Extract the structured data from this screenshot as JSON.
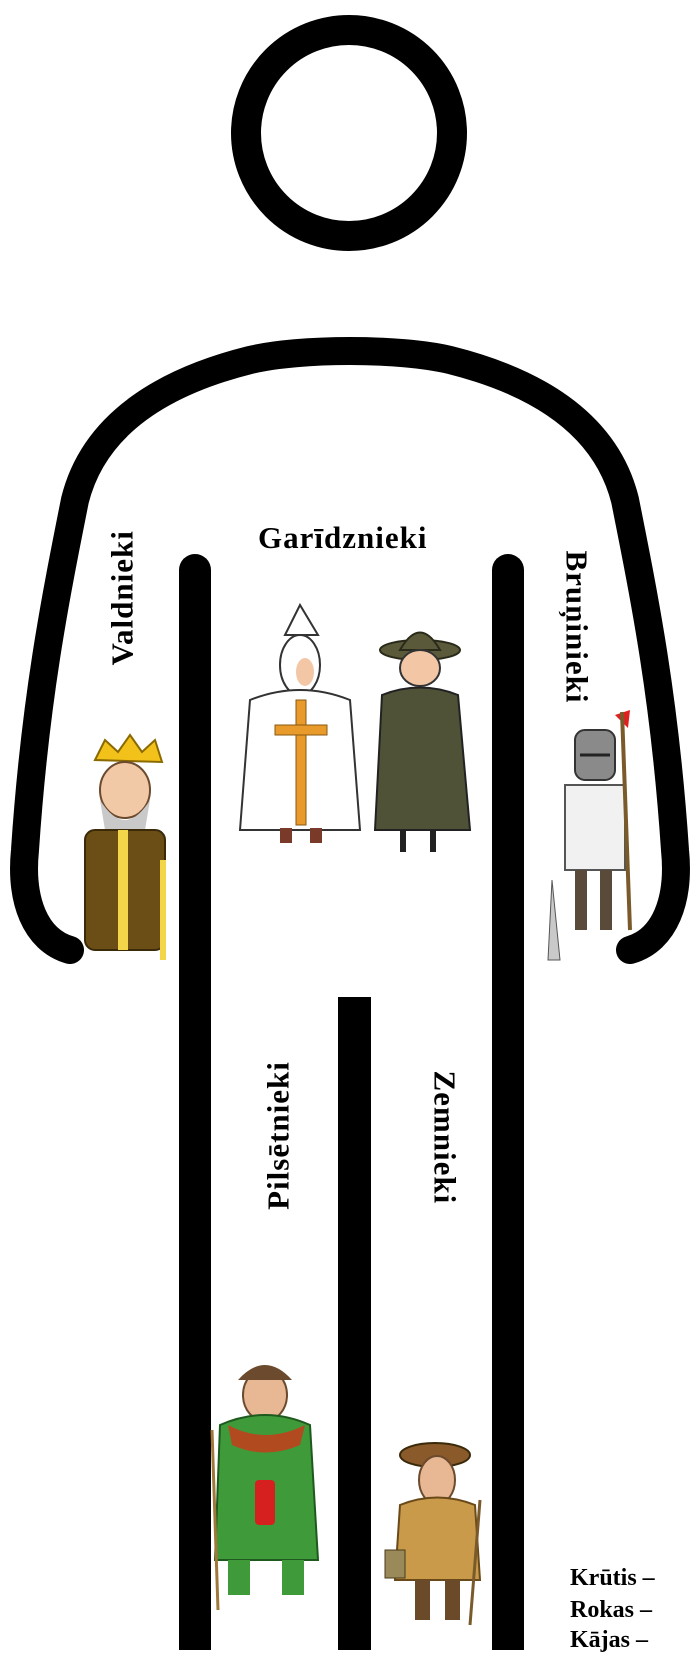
{
  "labels": {
    "valdnieki": "Valdnieki",
    "garidznieki": "Garīdznieki",
    "brunienieki": "Bruņinieki",
    "pilsetnieki": "Pilsētnieki",
    "zemnieki": "Zemnieki"
  },
  "legend": [
    "Krūtis –",
    "Rokas –",
    "Kājas –"
  ],
  "figures": [
    {
      "name": "king-figure",
      "role": "valdnieki"
    },
    {
      "name": "monk-white-figure",
      "role": "garidznieki"
    },
    {
      "name": "monk-green-figure",
      "role": "garidznieki"
    },
    {
      "name": "knight-figure",
      "role": "brunienieki"
    },
    {
      "name": "townsman-figure",
      "role": "pilsetnieki"
    },
    {
      "name": "peasant-figure",
      "role": "zemnieki"
    }
  ],
  "colors": {
    "outline": "#000000",
    "background": "#ffffff"
  }
}
